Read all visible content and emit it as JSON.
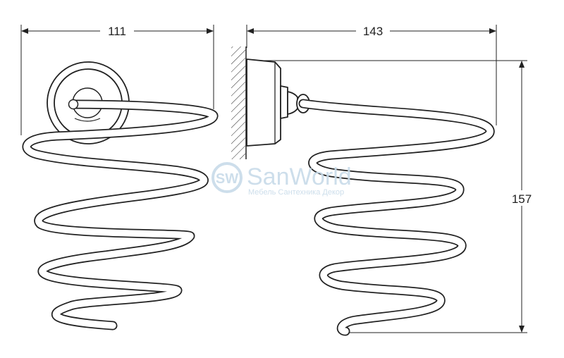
{
  "dimensions": {
    "width_front": "111",
    "depth_side": "143",
    "height_side": "157"
  },
  "watermark": {
    "brand": "SanWorld",
    "tagline": "Мебель Сантехника Декор",
    "logo_letters": "SW"
  },
  "colors": {
    "line": "#222222",
    "watermark": "#c8dbe9"
  }
}
